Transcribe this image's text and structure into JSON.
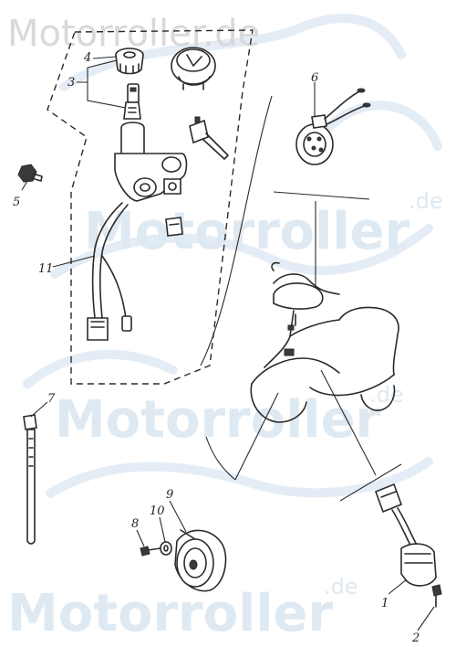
{
  "watermark": {
    "top_text": "Motorroller.de",
    "brand": "Motorroller",
    "tld": ".de"
  },
  "callouts": [
    {
      "id": "1",
      "label": "1"
    },
    {
      "id": "2",
      "label": "2"
    },
    {
      "id": "3",
      "label": "3"
    },
    {
      "id": "4",
      "label": "4"
    },
    {
      "id": "5",
      "label": "5"
    },
    {
      "id": "6",
      "label": "6"
    },
    {
      "id": "7",
      "label": "7"
    },
    {
      "id": "8",
      "label": "8"
    },
    {
      "id": "9",
      "label": "9"
    },
    {
      "id": "10",
      "label": "10"
    },
    {
      "id": "11",
      "label": "11"
    }
  ]
}
